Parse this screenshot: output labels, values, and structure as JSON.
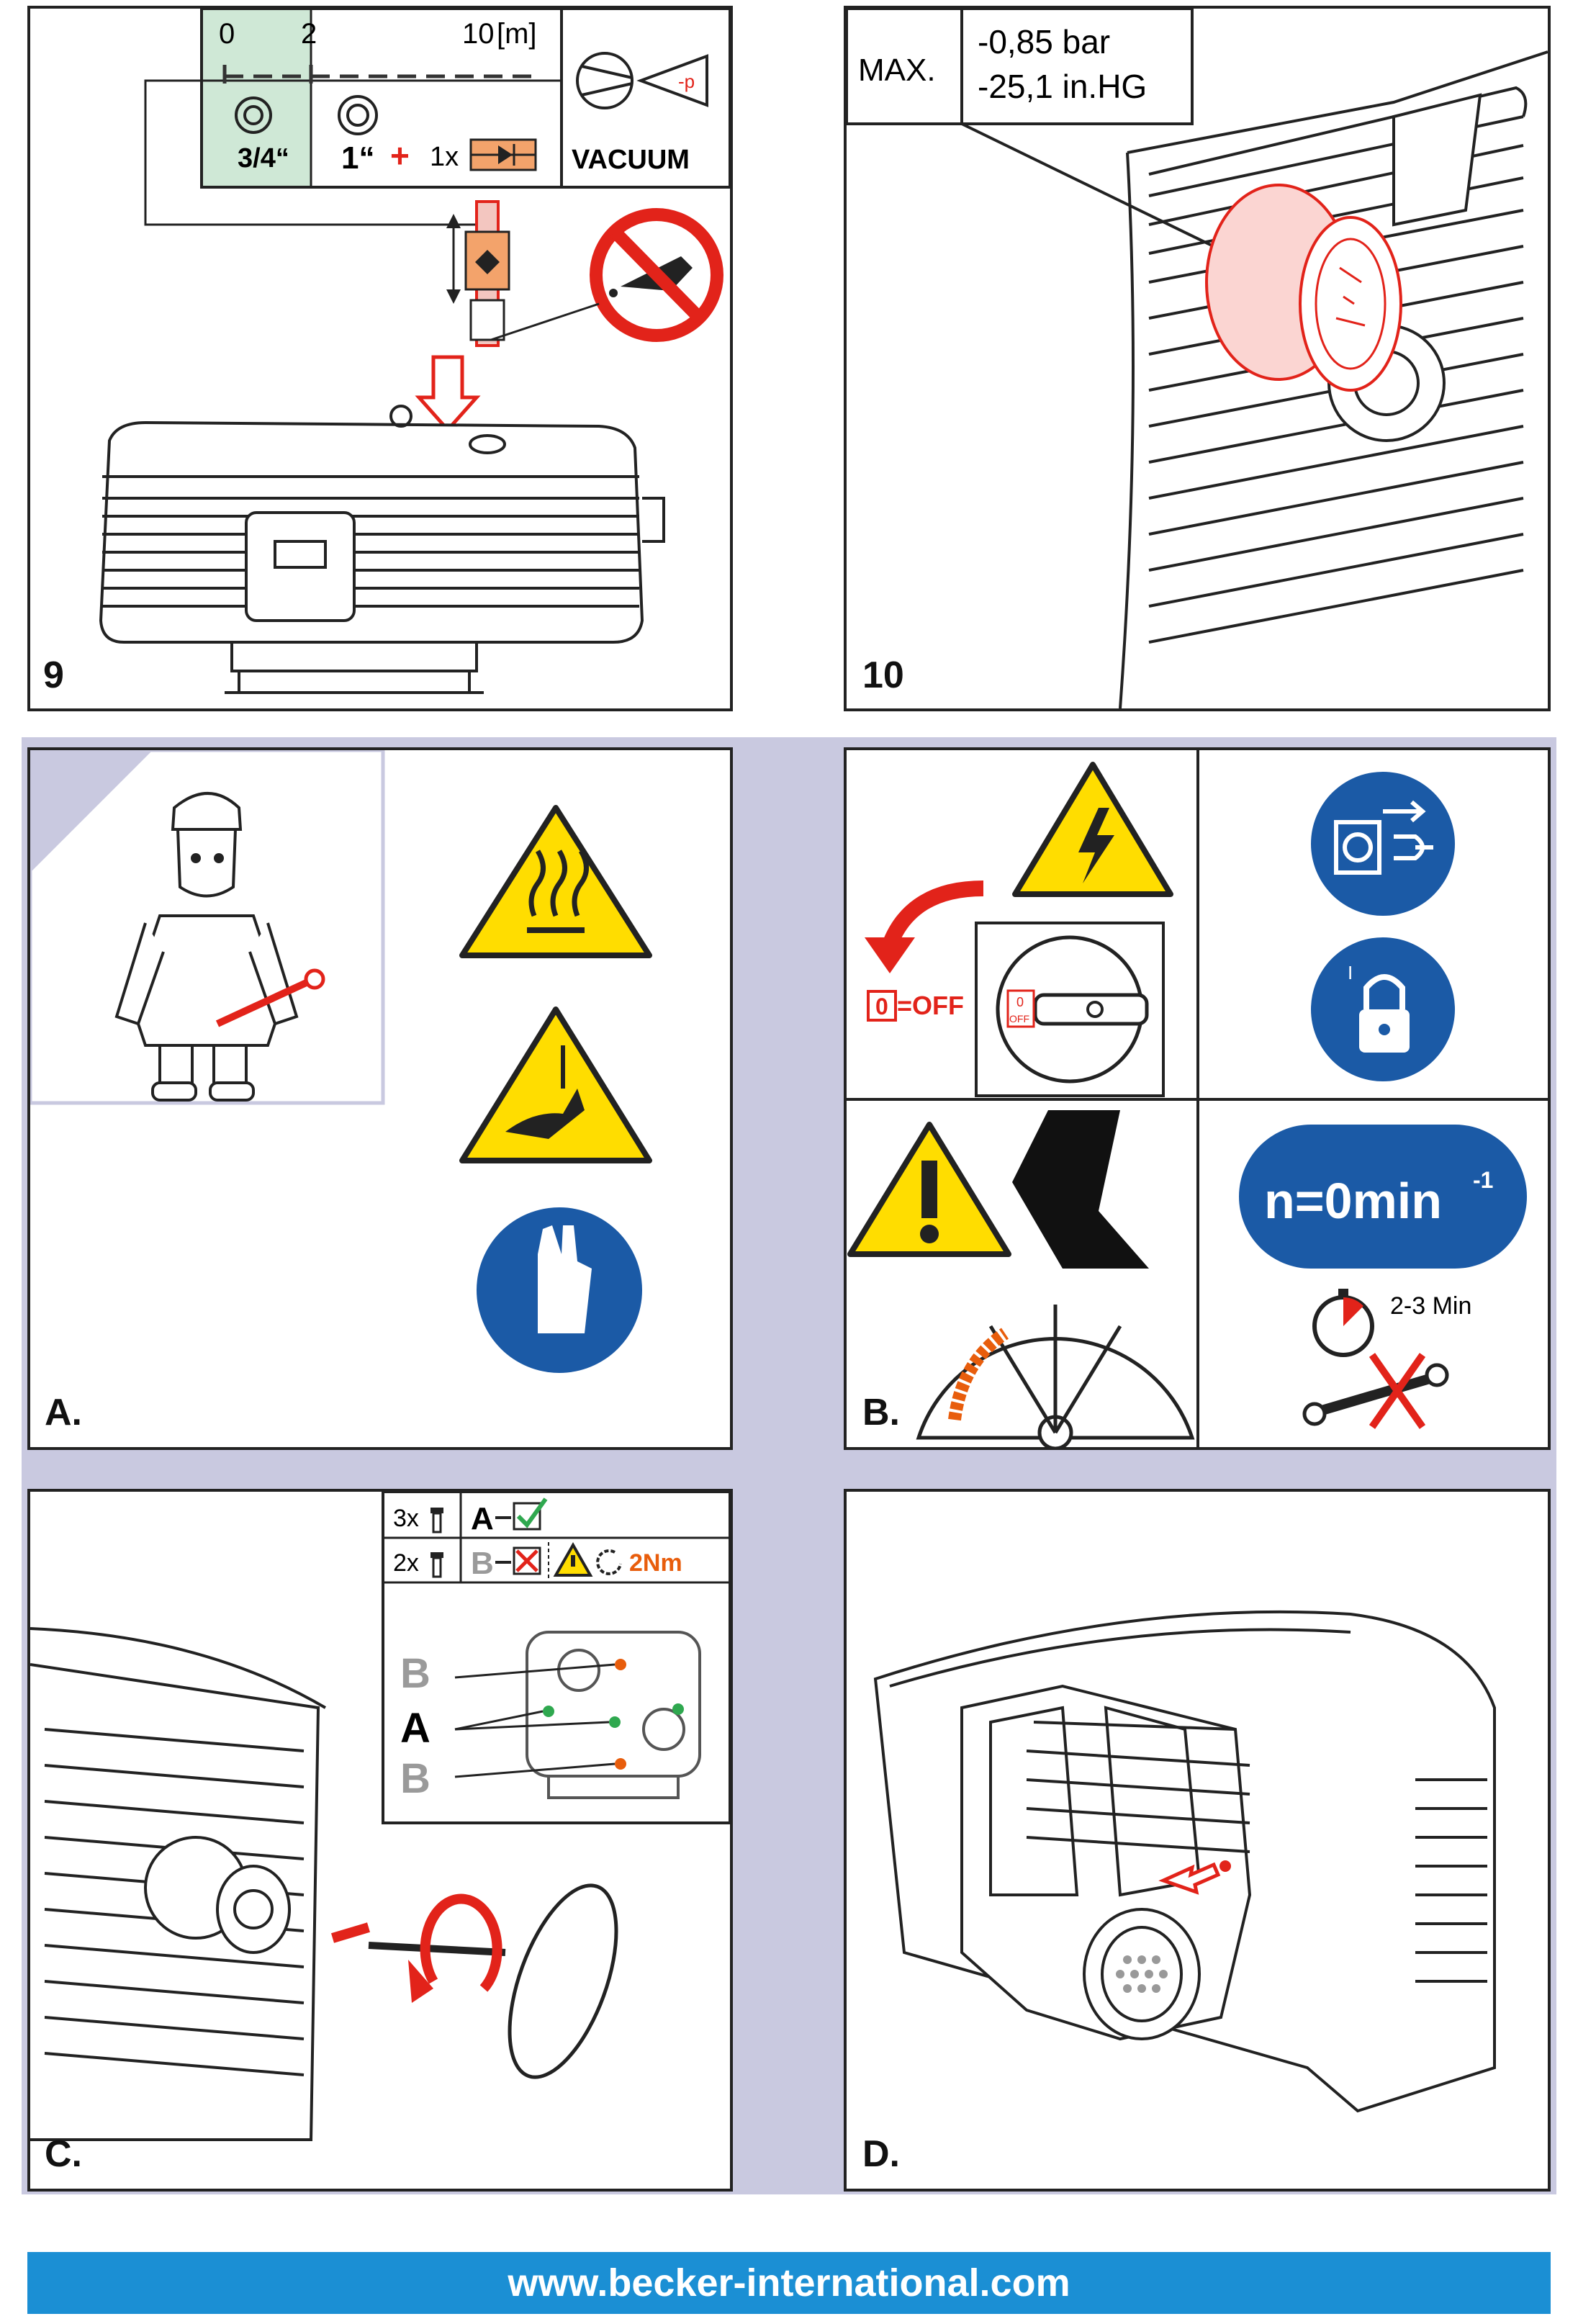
{
  "panels": {
    "p9": {
      "label": "9",
      "scale": {
        "start": "0",
        "mid": "2",
        "end": "10",
        "unit": "[m]"
      },
      "pipe_small": "3/4“",
      "pipe_large": "1“",
      "plus": "+",
      "valve_count": "1x",
      "vacuum": "VACUUM",
      "pump_symbol": "-p"
    },
    "p10": {
      "label": "10",
      "max_label": "MAX.",
      "pressure_bar": "-0,85 bar",
      "pressure_inhg": "-25,1 in.HG"
    },
    "pA": {
      "label": "A."
    },
    "pB": {
      "label": "B.",
      "switch_position": "0",
      "off_text": "=OFF",
      "knob_zero": "0",
      "knob_off": "OFF",
      "speed_main": "n=0min",
      "speed_exp": "-1",
      "wait_time": "2-3 Min"
    },
    "pC": {
      "label": "C.",
      "row1_count": "3x",
      "row1_letter": "A",
      "row2_count": "2x",
      "row2_letter": "B",
      "torque": "2Nm",
      "callout_b1": "B",
      "callout_a": "A",
      "callout_b2": "B"
    },
    "pD": {
      "label": "D."
    }
  },
  "footer": {
    "url": "www.becker-international.com"
  },
  "colors": {
    "accent_red": "#e2231a",
    "accent_blue": "#1b5aa6",
    "warning_yellow": "#ffdd00",
    "green_zone": "#cfe8d6",
    "frame_lavender": "#c9c9e0",
    "footer_blue": "#1b8fd4",
    "torque_orange": "#e85d0c"
  }
}
